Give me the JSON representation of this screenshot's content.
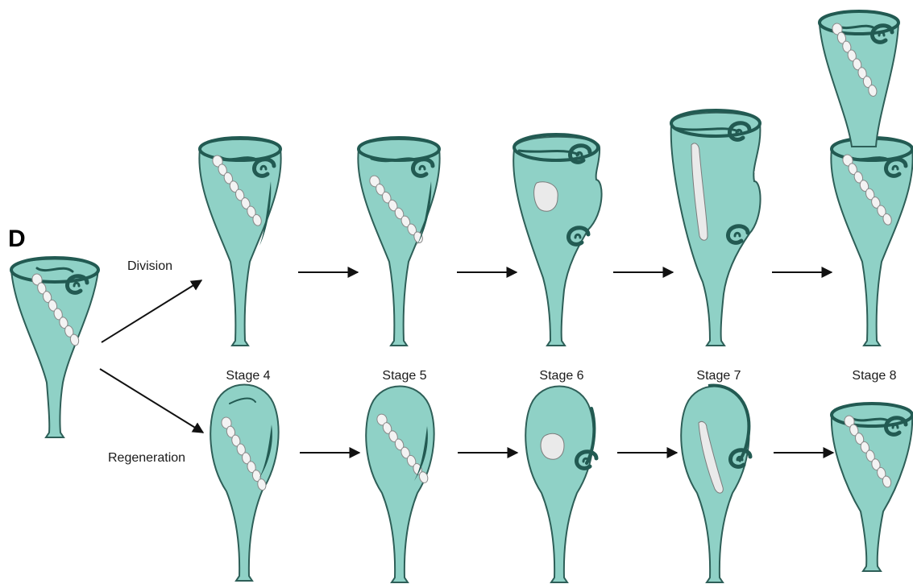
{
  "panel_letter": "D",
  "pathway_labels": {
    "division": "Division",
    "regeneration": "Regeneration"
  },
  "stages": [
    "Stage 4",
    "Stage 5",
    "Stage 6",
    "Stage 7",
    "Stage 8"
  ],
  "colors": {
    "cell_fill": "#8fd1c6",
    "cell_outline": "#2e5f58",
    "membranellar_band": "#225a52",
    "macronucleus": "#eaeaea",
    "arrow": "#111111"
  }
}
